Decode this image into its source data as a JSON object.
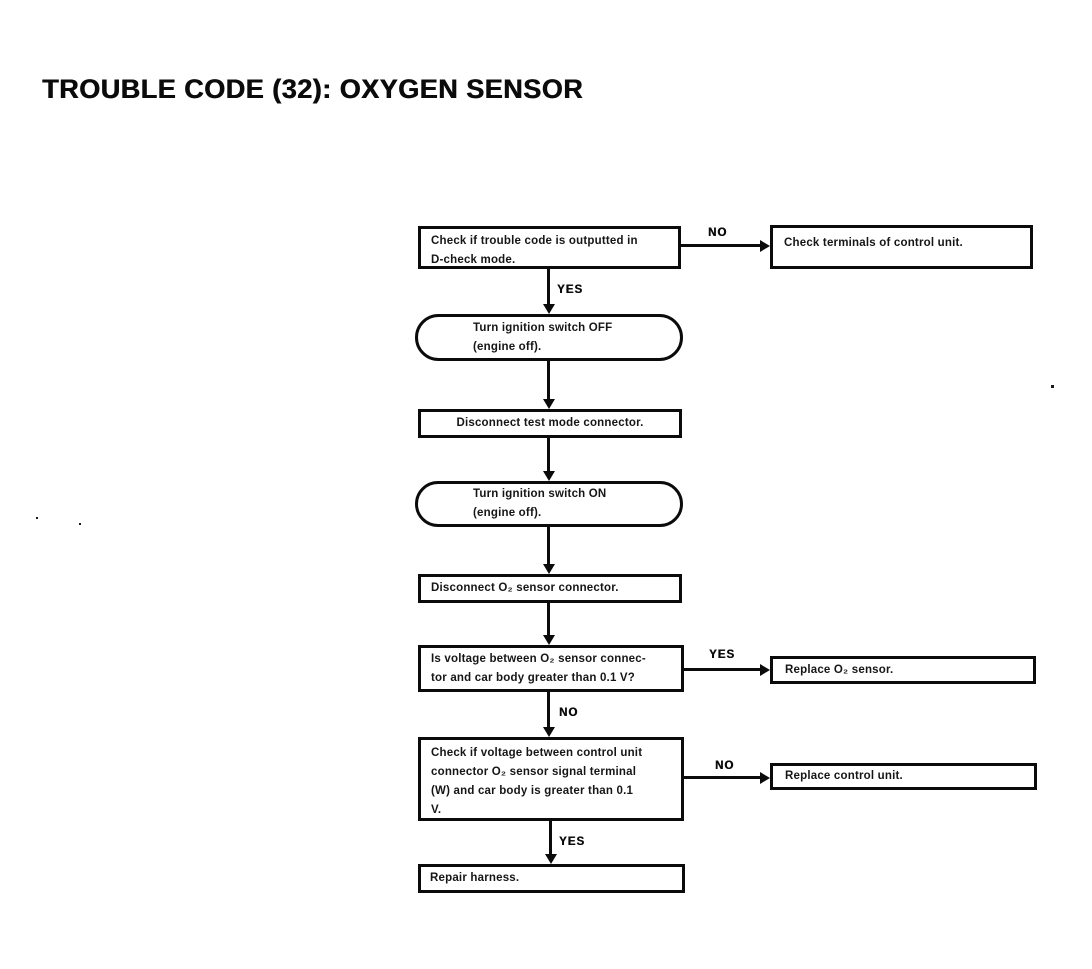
{
  "title": "TROUBLE CODE (32): OXYGEN SENSOR",
  "flowchart": {
    "nodes": [
      {
        "id": "check-trouble-code",
        "shape": "rect",
        "text": "Check if trouble code is outputted in\nD-check mode."
      },
      {
        "id": "check-terminals-of-control-unit",
        "shape": "rect",
        "text": "Check terminals of control unit."
      },
      {
        "id": "turn-ignition-switch-off",
        "shape": "rounded",
        "text": "Turn ignition switch OFF\n(engine off)."
      },
      {
        "id": "disconnect-test-mode-connector",
        "shape": "rect",
        "text": "Disconnect test mode connector."
      },
      {
        "id": "turn-ignition-switch-on",
        "shape": "rounded",
        "text": "Turn ignition switch ON\n(engine off)."
      },
      {
        "id": "disconnect-o2-sensor-connector",
        "shape": "rect",
        "text": "Disconnect O₂ sensor connector."
      },
      {
        "id": "o2-voltage-question",
        "shape": "rect",
        "text": "Is voltage between O₂ sensor connec-\ntor and car body greater than 0.1 V?"
      },
      {
        "id": "replace-o2-sensor",
        "shape": "rect",
        "text": "Replace O₂ sensor."
      },
      {
        "id": "control-unit-voltage-question",
        "shape": "rect",
        "text": "Check if voltage between control unit\nconnector O₂ sensor signal terminal\n(W) and car body is greater than 0.1\nV."
      },
      {
        "id": "replace-control-unit",
        "shape": "rect",
        "text": "Replace control unit."
      },
      {
        "id": "repair-harness",
        "shape": "rect",
        "text": "Repair harness."
      }
    ],
    "edges": [
      {
        "from": "check-trouble-code",
        "to": "check-terminals-of-control-unit",
        "label": "NO"
      },
      {
        "from": "check-trouble-code",
        "to": "turn-ignition-switch-off",
        "label": "YES"
      },
      {
        "from": "o2-voltage-question",
        "to": "replace-o2-sensor",
        "label": "YES"
      },
      {
        "from": "o2-voltage-question",
        "to": "control-unit-voltage-question",
        "label": "NO"
      },
      {
        "from": "control-unit-voltage-question",
        "to": "replace-control-unit",
        "label": "NO"
      },
      {
        "from": "control-unit-voltage-question",
        "to": "repair-harness",
        "label": "YES"
      }
    ]
  }
}
